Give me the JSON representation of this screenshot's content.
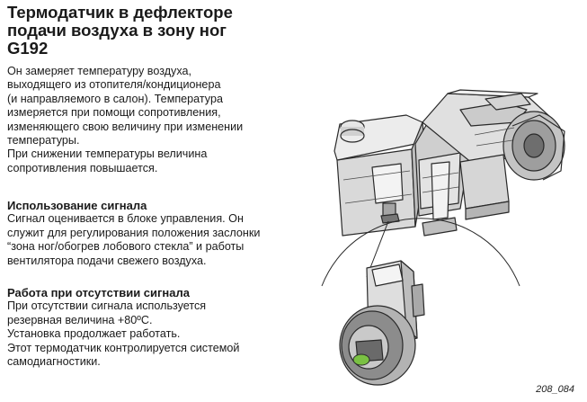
{
  "title": {
    "lines": [
      "Термодатчик в дефлекторе",
      "подачи воздуха в зону ног",
      "G192"
    ]
  },
  "intro": {
    "lines": [
      "Он замеряет температуру воздуха,",
      "выходящего из отопителя/кондиционера",
      "(и направляемого в салон). Температура",
      "измеряется при помощи сопротивления,",
      "изменяющего свою величину при изменении",
      "температуры.",
      "При снижении температуры величина",
      "сопротивления повышается."
    ]
  },
  "signal_use": {
    "heading": "Использование сигнала",
    "lines": [
      "Сигнал оценивается в блоке управления. Он",
      "служит для регулирования положения заслонки",
      "“зона ног/обогрев лобового стекла” и работы",
      "вентилятора подачи свежего воздуха."
    ]
  },
  "signal_failure": {
    "heading": "Работа при отсутствии сигнала",
    "lines": [
      "При отсутствии сигнала используется",
      "резервная величина +80ºC.",
      "Установка продолжает работать.",
      "Этот термодатчик контролируется системой",
      "самодиагностики."
    ]
  },
  "figure": {
    "label": "208_084"
  },
  "colors": {
    "text": "#1a1a1a",
    "sensor_tip": "#7ac143"
  }
}
